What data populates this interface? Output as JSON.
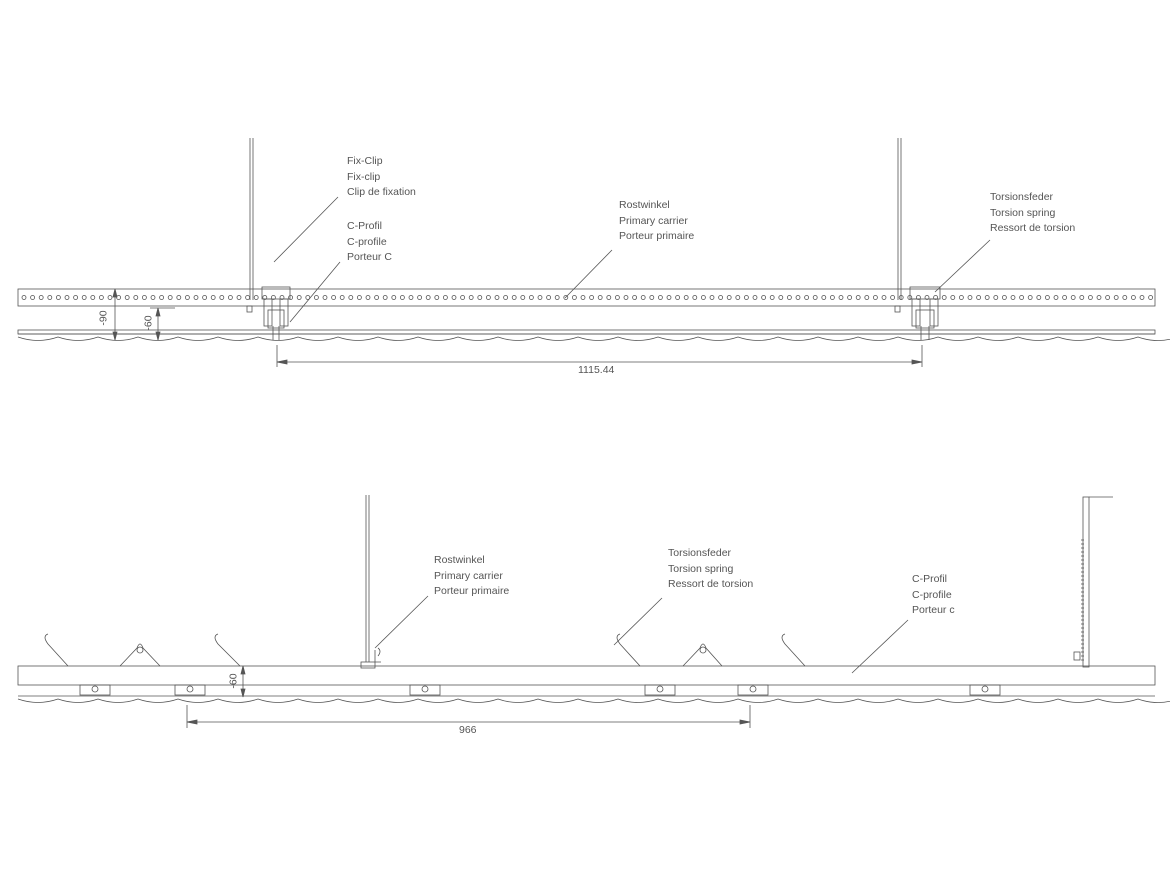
{
  "top_view": {
    "labels": [
      {
        "id": "fix-clip",
        "lines": [
          "Fix-Clip",
          "Fix-clip",
          "Clip de fixation"
        ]
      },
      {
        "id": "c-profile",
        "lines": [
          "C-Profil",
          "C-profile",
          "Porteur C"
        ]
      },
      {
        "id": "primary-carrier",
        "lines": [
          "Rostwinkel",
          "Primary carrier",
          "Porteur primaire"
        ]
      },
      {
        "id": "torsion-spring",
        "lines": [
          "Torsionsfeder",
          "Torsion spring",
          "Ressort de torsion"
        ]
      }
    ],
    "dimension_span": "1115.44",
    "dimension_height_1": "-90",
    "dimension_height_2": "-60"
  },
  "bottom_view": {
    "labels": [
      {
        "id": "primary-carrier",
        "lines": [
          "Rostwinkel",
          "Primary carrier",
          "Porteur primaire"
        ]
      },
      {
        "id": "torsion-spring",
        "lines": [
          "Torsionsfeder",
          "Torsion spring",
          "Ressort de torsion"
        ]
      },
      {
        "id": "c-profile",
        "lines": [
          "C-Profil",
          "C-profile",
          "Porteur c"
        ]
      }
    ],
    "dimension_span": "966",
    "dimension_height": "-60"
  },
  "colors": {
    "line": "#555555",
    "text": "#555555"
  }
}
